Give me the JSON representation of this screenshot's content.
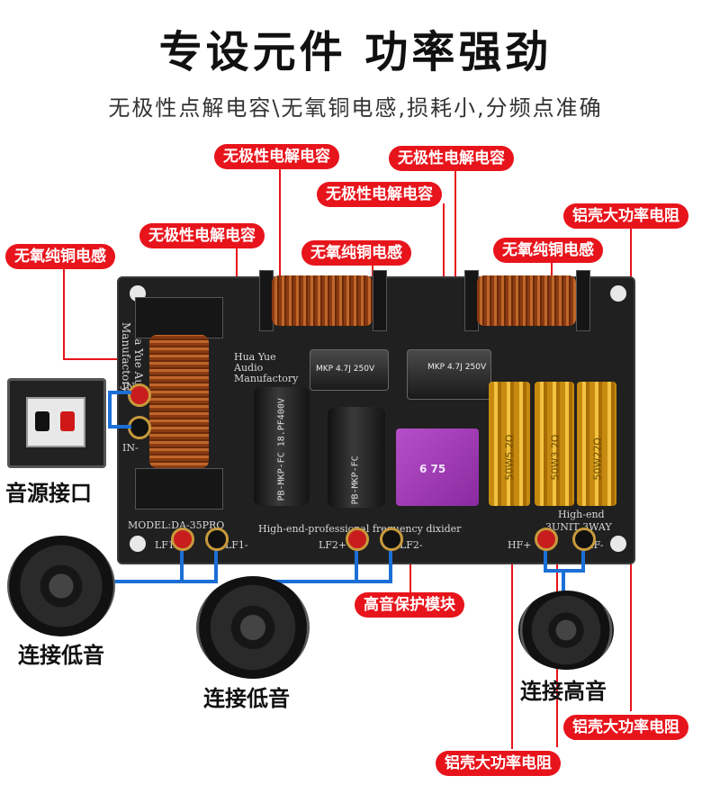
{
  "header": {
    "title": "专设元件 功率强劲",
    "subtitle": "无极性点解电容\\无氧铜电感,损耗小,分频点准确"
  },
  "tags": {
    "nonpolar_cap_1": "无极性电解电容",
    "nonpolar_cap_2": "无极性电解电容",
    "nonpolar_cap_3": "无极性电解电容",
    "nonpolar_cap_4": "无极性电解电容",
    "copper_inductor_1": "无氧纯铜电感",
    "copper_inductor_2": "无氧纯铜电感",
    "copper_inductor_3": "无氧纯铜电感",
    "al_resistor_1": "铝壳大功率电阻",
    "al_resistor_2": "铝壳大功率电阻",
    "al_resistor_3": "铝壳大功率电阻",
    "tweeter_protect": "高音保护模块"
  },
  "board": {
    "brand_vertical": "Hua Yue Audio Manufactory",
    "brand_center": "Hua Yue\nAudio\nManufactory",
    "model": "MODEL:DA-35PRO",
    "tagline": "High-end-professional frequency dixider",
    "in_plus": "IN+",
    "in_minus": "IN-",
    "lf1_plus": "LF1+",
    "lf1_minus": "LF1-",
    "lf2_plus": "LF2+",
    "lf2_minus": "LF2-",
    "hf_plus": "HF+",
    "hf_minus": "HF-",
    "highend": "High-end",
    "unit": "3UNIT 3WAY",
    "cap_large_1": "PB-MKP-FC 18.PF400V",
    "cap_large_2": "PB-MKP-FC",
    "cap_box_1": "MKP 4.7J 250V",
    "cap_box_2": "MKP 4.7J 250V",
    "resistor_1": "50W5.2Ω",
    "resistor_2": "50W3.2Ω",
    "resistor_3": "50W22Ω",
    "module_code": "6 75"
  },
  "captions": {
    "input": "音源接口",
    "woofer_1": "连接低音",
    "woofer_2": "连接低音",
    "tweeter": "连接高音"
  },
  "colors": {
    "tag_red": "#e8141b",
    "wire_blue": "#1b6fd6",
    "board": "#202020"
  }
}
